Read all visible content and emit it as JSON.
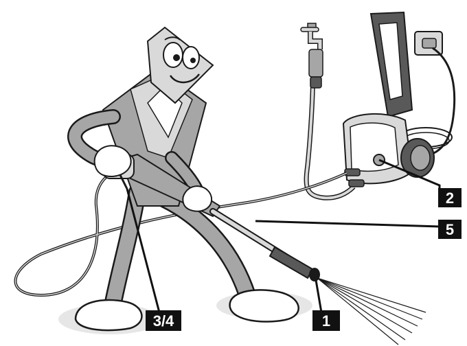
{
  "callouts": {
    "nozzle": "1",
    "power_switch": "2",
    "trigger_gun": "3/4",
    "lance_connection": "5"
  },
  "colors": {
    "line": "#1a1a1a",
    "gray_light": "#d9d9d9",
    "gray_mid": "#a6a6a6",
    "gray_dark": "#595959",
    "label_bg": "#111111",
    "label_text": "#ffffff"
  },
  "icons": [
    "water-tap-icon",
    "wall-socket-icon"
  ]
}
